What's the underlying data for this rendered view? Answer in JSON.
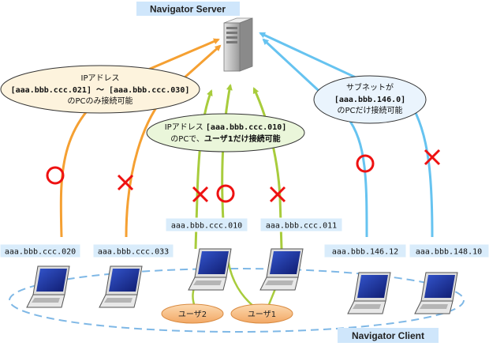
{
  "server": {
    "label": "Navigator Server"
  },
  "client": {
    "label": "Navigator Client"
  },
  "callouts": {
    "range": {
      "line1": "IPアドレス",
      "line2": "[aaa.bbb.ccc.021] ～ [aaa.bbb.ccc.030]",
      "line3": "のPCのみ接続可能"
    },
    "user": {
      "line1_prefix": "IPアドレス ",
      "line1_ip": "[aaa.bbb.ccc.010]",
      "line2_prefix": "のPCで、",
      "line2_strong": "ユーザ1だけ接続可能"
    },
    "subnet": {
      "line1": "サブネットが",
      "line2": "[aaa.bbb.146.0]",
      "line3": "のPCだけ接続可能"
    }
  },
  "ip_labels": {
    "pc1": "aaa.bbb.ccc.020",
    "pc2": "aaa.bbb.ccc.033",
    "pc3": "aaa.bbb.ccc.010",
    "pc4": "aaa.bbb.ccc.011",
    "pc5": "aaa.bbb.146.12",
    "pc6": "aaa.bbb.148.10"
  },
  "users": {
    "user2": "ユーザ2",
    "user1": "ユーザ1"
  },
  "colors": {
    "orange": "#f5a032",
    "green": "#a8cc3c",
    "blue": "#66c3f0",
    "mark": "#ee1111"
  }
}
